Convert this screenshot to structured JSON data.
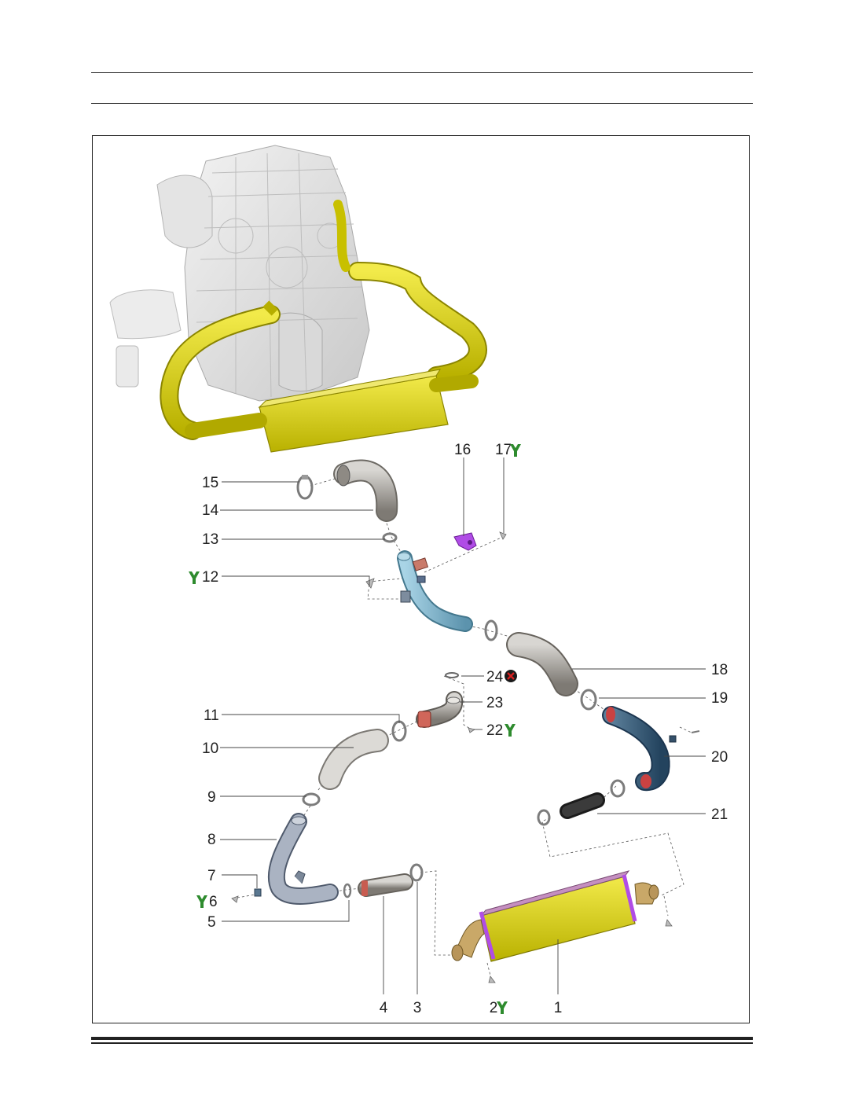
{
  "callouts": [
    {
      "id": "1",
      "text": "1"
    },
    {
      "id": "2",
      "text": "2",
      "symbol": "torque-wrench-icon"
    },
    {
      "id": "3",
      "text": "3"
    },
    {
      "id": "4",
      "text": "4"
    },
    {
      "id": "5",
      "text": "5"
    },
    {
      "id": "6",
      "text": "6",
      "symbol": "torque-wrench-icon"
    },
    {
      "id": "7",
      "text": "7"
    },
    {
      "id": "8",
      "text": "8"
    },
    {
      "id": "9",
      "text": "9"
    },
    {
      "id": "10",
      "text": "10"
    },
    {
      "id": "11",
      "text": "11"
    },
    {
      "id": "12",
      "text": "12",
      "symbol": "torque-wrench-icon"
    },
    {
      "id": "13",
      "text": "13"
    },
    {
      "id": "14",
      "text": "14"
    },
    {
      "id": "15",
      "text": "15"
    },
    {
      "id": "16",
      "text": "16"
    },
    {
      "id": "17",
      "text": "17",
      "symbol": "torque-wrench-icon"
    },
    {
      "id": "18",
      "text": "18"
    },
    {
      "id": "19",
      "text": "19"
    },
    {
      "id": "20",
      "text": "20"
    },
    {
      "id": "21",
      "text": "21"
    },
    {
      "id": "22",
      "text": "22",
      "symbol": "torque-wrench-icon"
    },
    {
      "id": "23",
      "text": "23"
    },
    {
      "id": "24",
      "text": "24",
      "symbol": "do-not-reuse-icon"
    }
  ],
  "colors": {
    "intercooler_yellow": "#d4cc14",
    "intercooler_top": "#c58fc0",
    "pipe_grey": "#9a9690",
    "pipe_blue": "#7fb2c8",
    "pipe_steel": "#8f9aac",
    "bracket_purple": "#b04ce6",
    "wrench_green": "#2e8b2e",
    "no_reuse_red": "#d61f1f"
  }
}
